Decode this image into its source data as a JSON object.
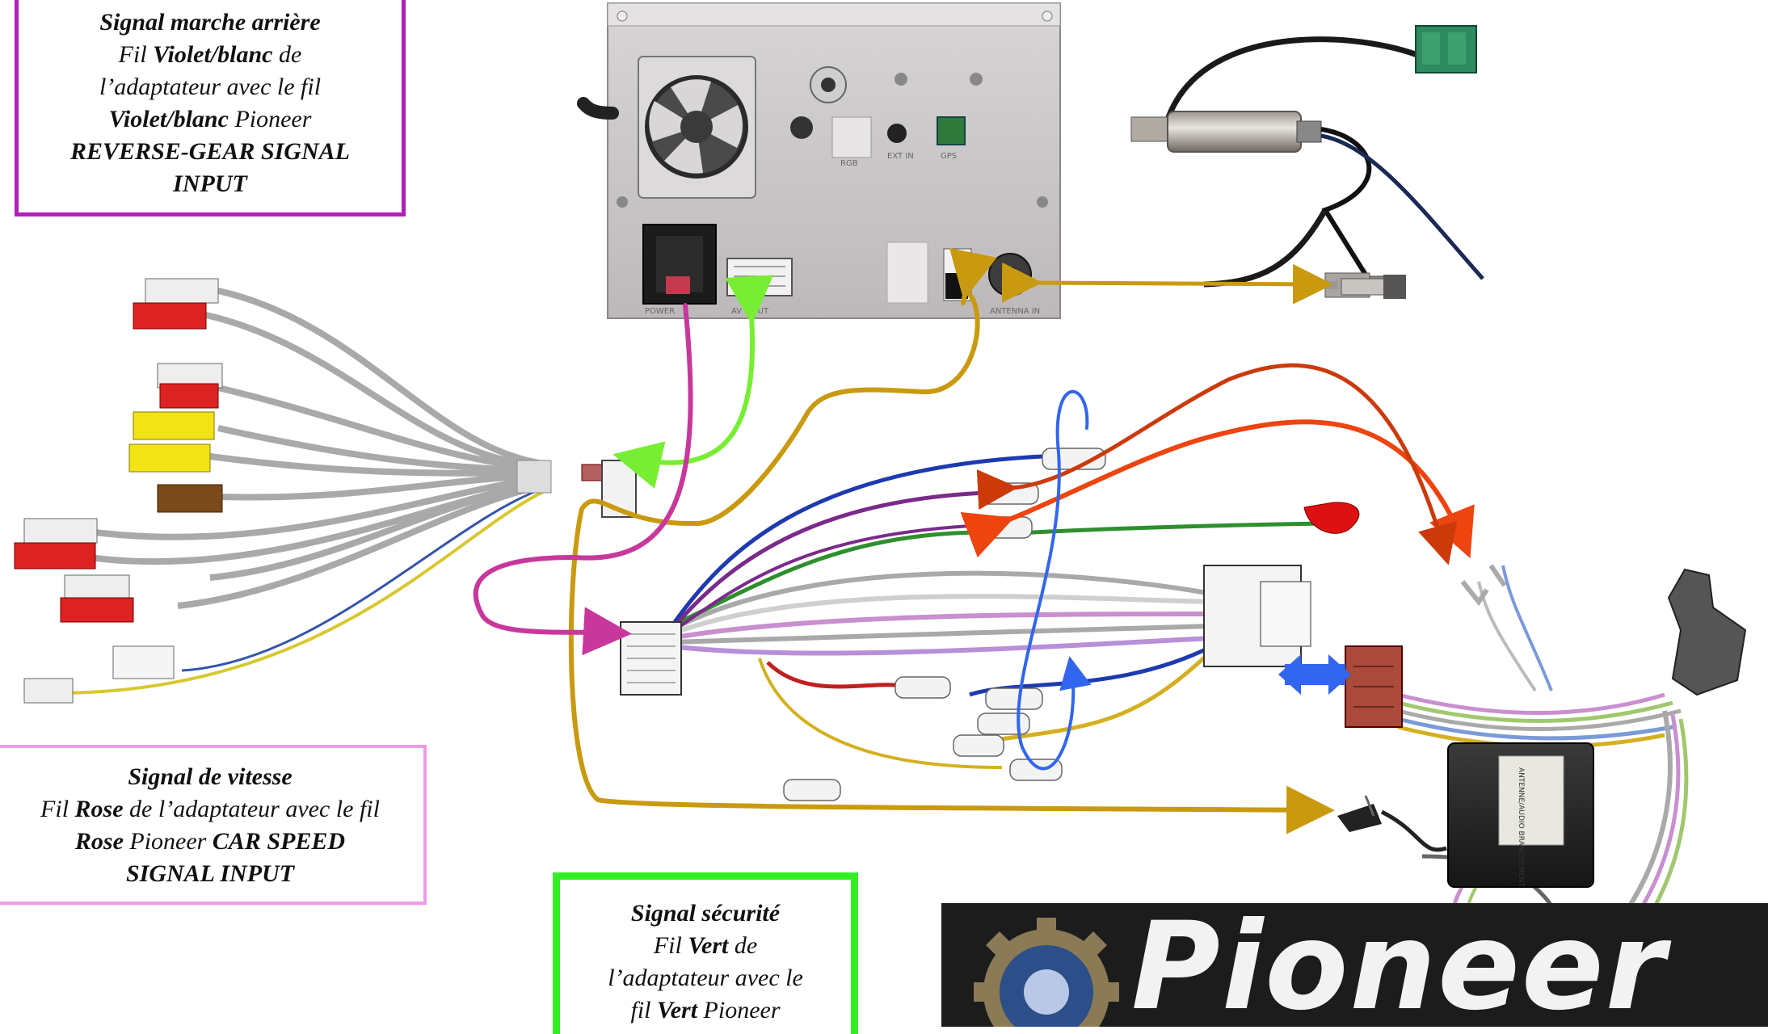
{
  "callouts": {
    "reverse": {
      "title": "Signal marche arrière",
      "l1a": "Fil ",
      "l1b": "Violet/blanc",
      "l1c": " de",
      "l2": "l’adaptateur avec le fil",
      "l3a": "Violet/blanc",
      "l3b": " Pioneer",
      "l4": "REVERSE-GEAR SIGNAL",
      "l5": "INPUT"
    },
    "speed": {
      "title": "Signal de vitesse",
      "l1a": "Fil ",
      "l1b": "Rose",
      "l1c": " de l’adaptateur avec le fil",
      "l2a": "Rose",
      "l2b": " Pioneer ",
      "l2c": "CAR SPEED",
      "l3": "SIGNAL INPUT"
    },
    "safety": {
      "title": "Signal sécurité",
      "l1a": "Fil ",
      "l1b": "Vert",
      "l1c": " de",
      "l2": "l’adaptateur avec le",
      "l3a": "fil ",
      "l3b": "Vert",
      "l3c": " Pioneer"
    }
  },
  "head_unit_labels": {
    "power": "POWER",
    "av_input": "AV INPUT",
    "antenna": "ANTENNA IN",
    "ext_in": "EXT IN",
    "rgb": "RGB",
    "gps": "GPS"
  },
  "adapter_box_label": "ANTENNE/AUDIO BRANCHEMENT",
  "logo": {
    "text": "Pioneer"
  },
  "colors": {
    "reverse_border": "#b21fb8",
    "speed_border": "#f09ae8",
    "safety_border": "#33ee22",
    "arrow_magenta": "#c8389c",
    "arrow_green": "#77ee33",
    "arrow_gold": "#c99a10",
    "arrow_red": "#ee4410",
    "arrow_darkred": "#cc3a0a",
    "arrow_blue": "#3366ee"
  }
}
